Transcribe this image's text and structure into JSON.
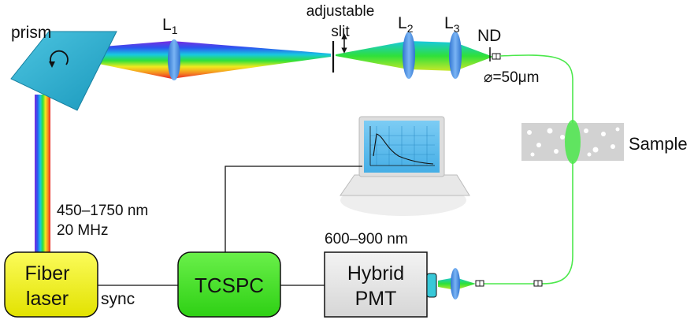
{
  "labels": {
    "prism": "prism",
    "lens1": "L",
    "lens1_sub": "1",
    "lens2": "L",
    "lens2_sub": "2",
    "lens3": "L",
    "lens3_sub": "3",
    "slit_line1": "adjustable",
    "slit_line2": "slit",
    "nd": "ND",
    "fiber_diameter": "⌀=50μm",
    "sample": "Sample",
    "wavelength_range": "450–1750 nm",
    "rep_rate": "20 MHz",
    "sync": "sync",
    "detection_range": "600–900 nm"
  },
  "boxes": {
    "fiber_laser": {
      "line1": "Fiber",
      "line2": "laser",
      "color": "#f2f20a"
    },
    "tcspc": {
      "label": "TCSPC",
      "color": "#3fe01a"
    },
    "pmt": {
      "line1": "Hybrid",
      "line2": "PMT",
      "color": "#e6e6e6"
    }
  },
  "colors": {
    "prism": "#22a9c9",
    "lens": "#4a8ee0",
    "fiber": "#4ce84c",
    "sample_block": "#cfcfcf",
    "screen": "#55b8ea"
  },
  "icons": {
    "rotation": "rotation-arrow-icon",
    "slit_adjust": "double-arrow-icon",
    "laptop": "laptop-icon"
  }
}
